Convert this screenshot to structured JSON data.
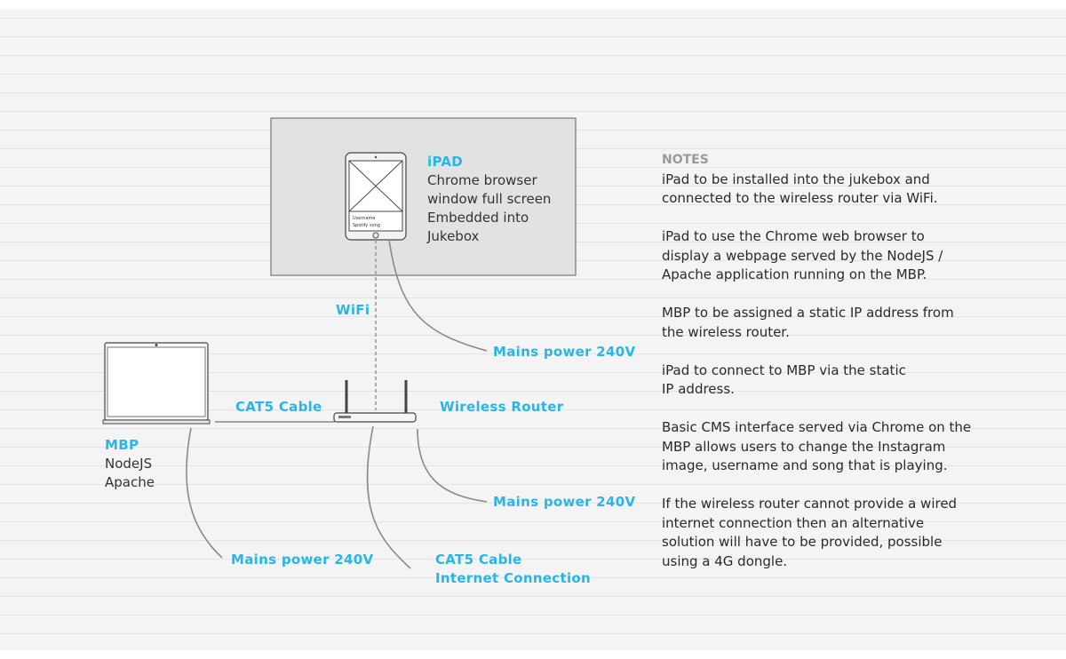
{
  "ipad": {
    "title": "iPAD",
    "lines": [
      "Chrome browser",
      "window full screen",
      "Embedded into",
      "Jukebox"
    ],
    "screen_username": "Username",
    "screen_song": "Spotify song"
  },
  "labels": {
    "wifi": "WiFi",
    "mains_ipad": "Mains power 240V",
    "cat5": "CAT5 Cable",
    "router": "Wireless Router",
    "mains_router": "Mains power 240V",
    "mains_mbp": "Mains power 240V",
    "cat5_internet_1": "CAT5 Cable",
    "cat5_internet_2": "Internet Connection"
  },
  "mbp": {
    "title": "MBP",
    "lines": [
      "NodeJS",
      "Apache"
    ]
  },
  "notes": {
    "title": "NOTES",
    "items": [
      "iPad to be installed into the jukebox and\nconnected to the wireless router via WiFi.",
      "iPad to use the Chrome web browser to\ndisplay a webpage served by the NodeJS /\nApache application running on the MBP.",
      "MBP to be assigned a static IP address from\nthe wireless router.",
      "iPad to connect to MBP via the static\nIP address.",
      "Basic CMS interface served via Chrome on the\nMBP allows users to change the Instagram\nimage, username and song that is playing.",
      "If the wireless router cannot provide a wired\ninternet connection then an alternative\nsolution will have to be provided, possible\nusing a 4G dongle."
    ]
  },
  "colors": {
    "accent": "#29b6e6",
    "line": "#888888"
  }
}
